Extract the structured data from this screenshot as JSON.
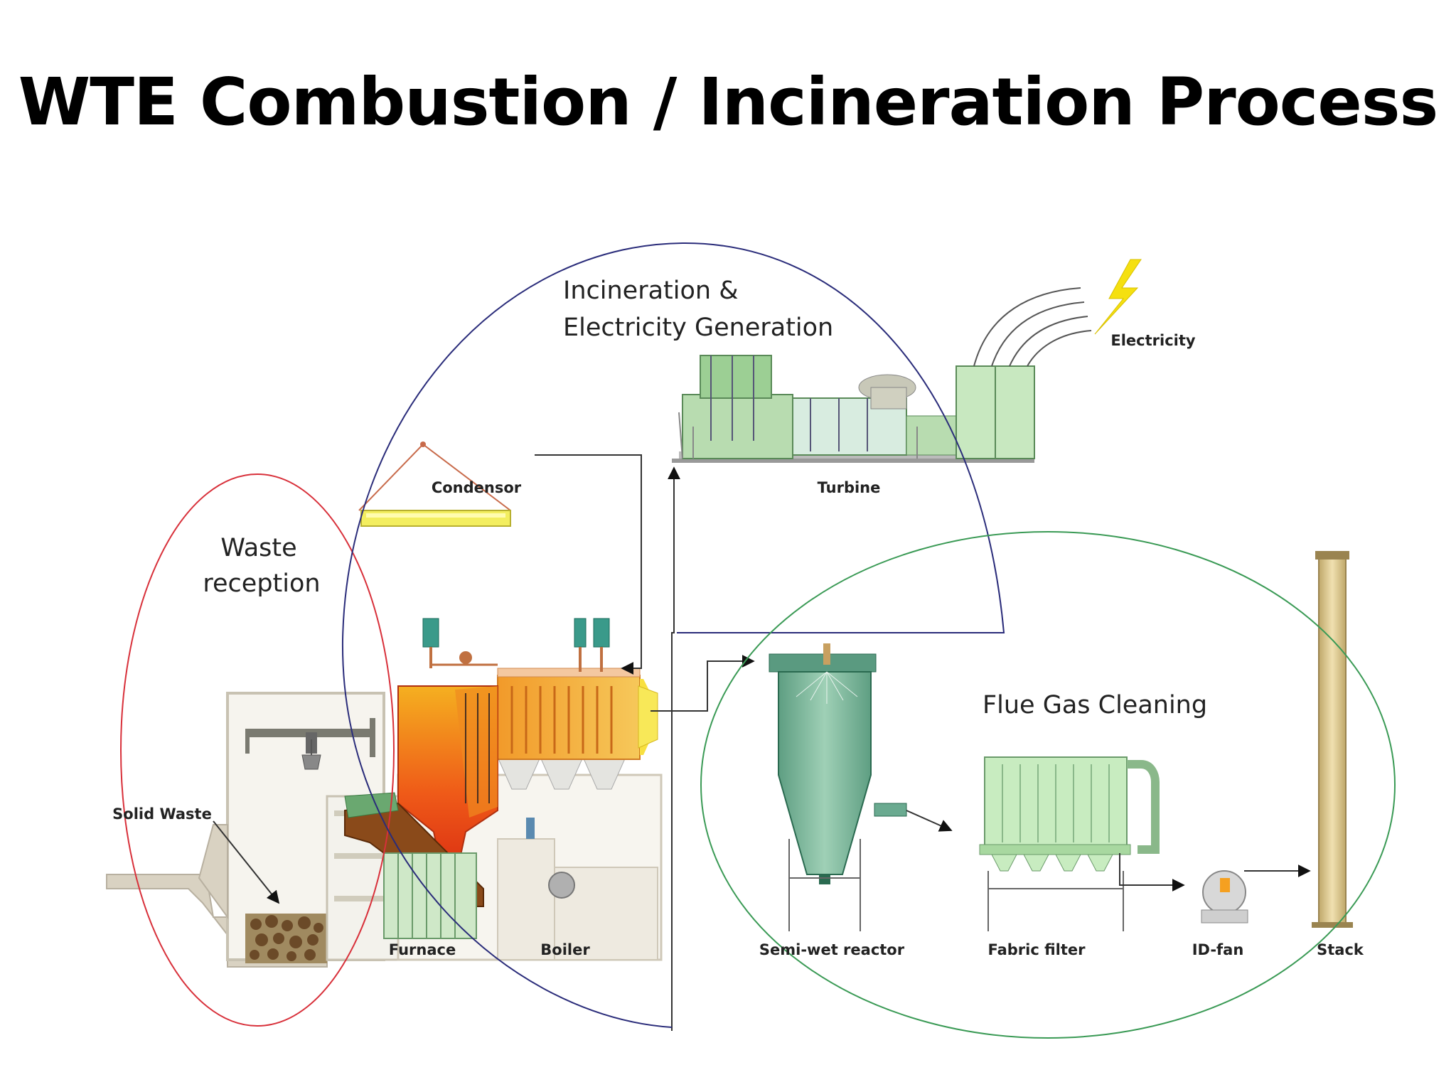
{
  "title": "WTE Combustion / Incineration Process",
  "zones": {
    "reception_line1": "Waste",
    "reception_line2": "reception",
    "incineration_line1": "Incineration &",
    "incineration_line2": "Electricity Generation",
    "flue_gas": "Flue Gas Cleaning"
  },
  "labels": {
    "solid_waste": "Solid Waste",
    "furnace": "Furnace",
    "boiler": "Boiler",
    "condensor": "Condensor",
    "turbine": "Turbine",
    "electricity": "Electricity",
    "semi_wet_reactor": "Semi-wet reactor",
    "fabric_filter": "Fabric filter",
    "id_fan": "ID-fan",
    "stack": "Stack"
  },
  "colors": {
    "reception_zone": "#d8303a",
    "incineration_zone": "#2a2c7a",
    "flue_gas_zone": "#3a9a55",
    "equipment_green": "#7fb89a",
    "furnace_red": "#e8401a",
    "boiler_orange": "#f5a030",
    "stack_tan": "#d8c48c"
  }
}
